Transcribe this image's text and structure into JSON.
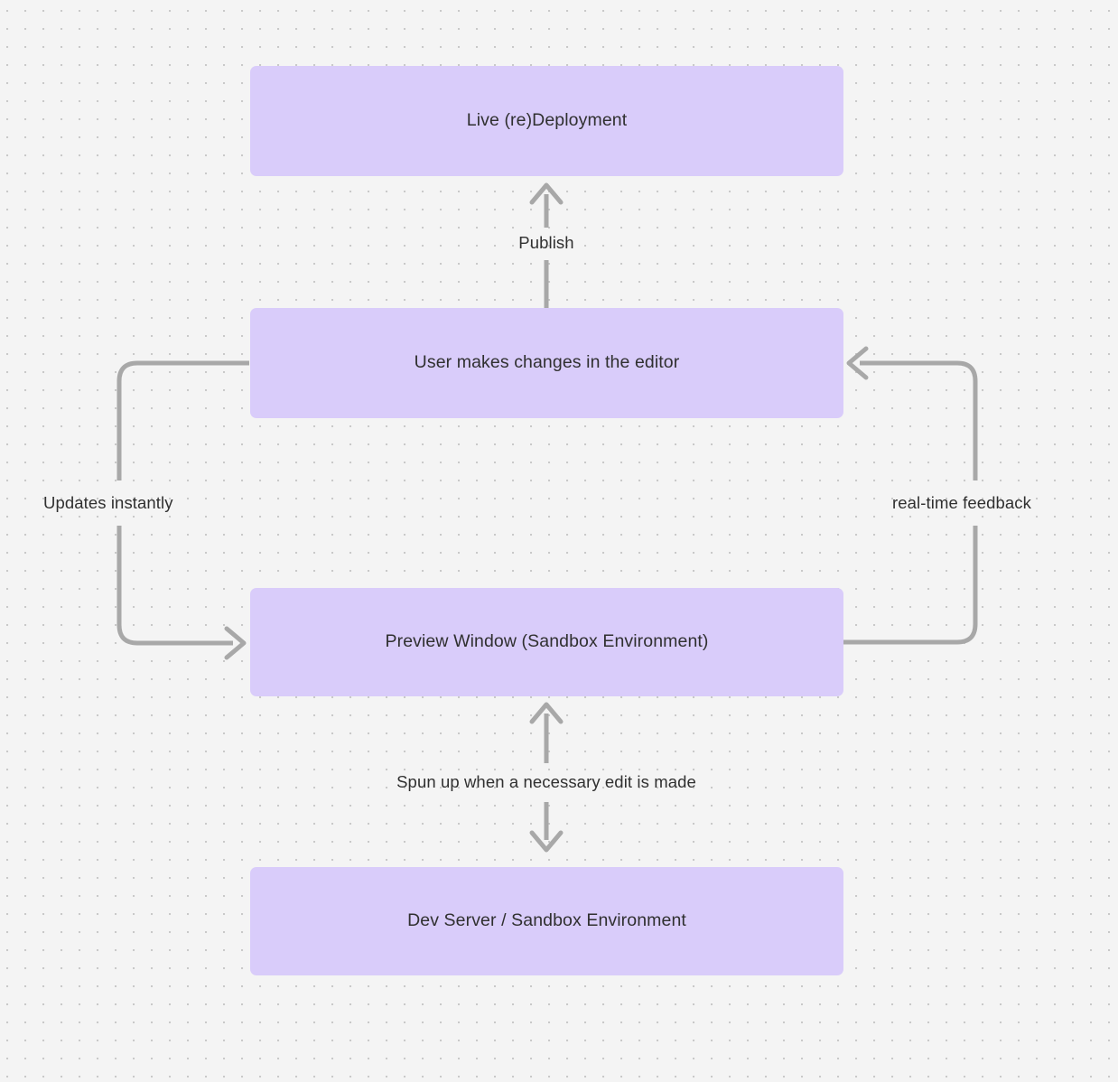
{
  "diagram": {
    "background_color": "#f4f4f4",
    "dot_color": "#c9c9c9",
    "node_fill": "#d9ccfa",
    "edge_color": "#a8a8a8",
    "text_color": "#303030",
    "nodes": [
      {
        "id": "live-deployment",
        "label": "Live (re)Deployment"
      },
      {
        "id": "user-edits",
        "label": "User makes changes in the editor"
      },
      {
        "id": "preview-window",
        "label": "Preview Window (Sandbox Environment)"
      },
      {
        "id": "dev-server",
        "label": "Dev Server / Sandbox Environment"
      }
    ],
    "edges": [
      {
        "id": "publish",
        "label": "Publish",
        "from": "user-edits",
        "to": "live-deployment",
        "direction": "up"
      },
      {
        "id": "updates-instantly",
        "label": "Updates instantly",
        "from": "user-edits",
        "to": "preview-window",
        "direction": "left-loop"
      },
      {
        "id": "real-time-feedback",
        "label": "real-time feedback",
        "from": "preview-window",
        "to": "user-edits",
        "direction": "right-loop"
      },
      {
        "id": "spun-up",
        "label": "Spun up when a necessary edit is made",
        "from": "preview-window",
        "to": "dev-server",
        "direction": "bidirectional"
      }
    ]
  }
}
